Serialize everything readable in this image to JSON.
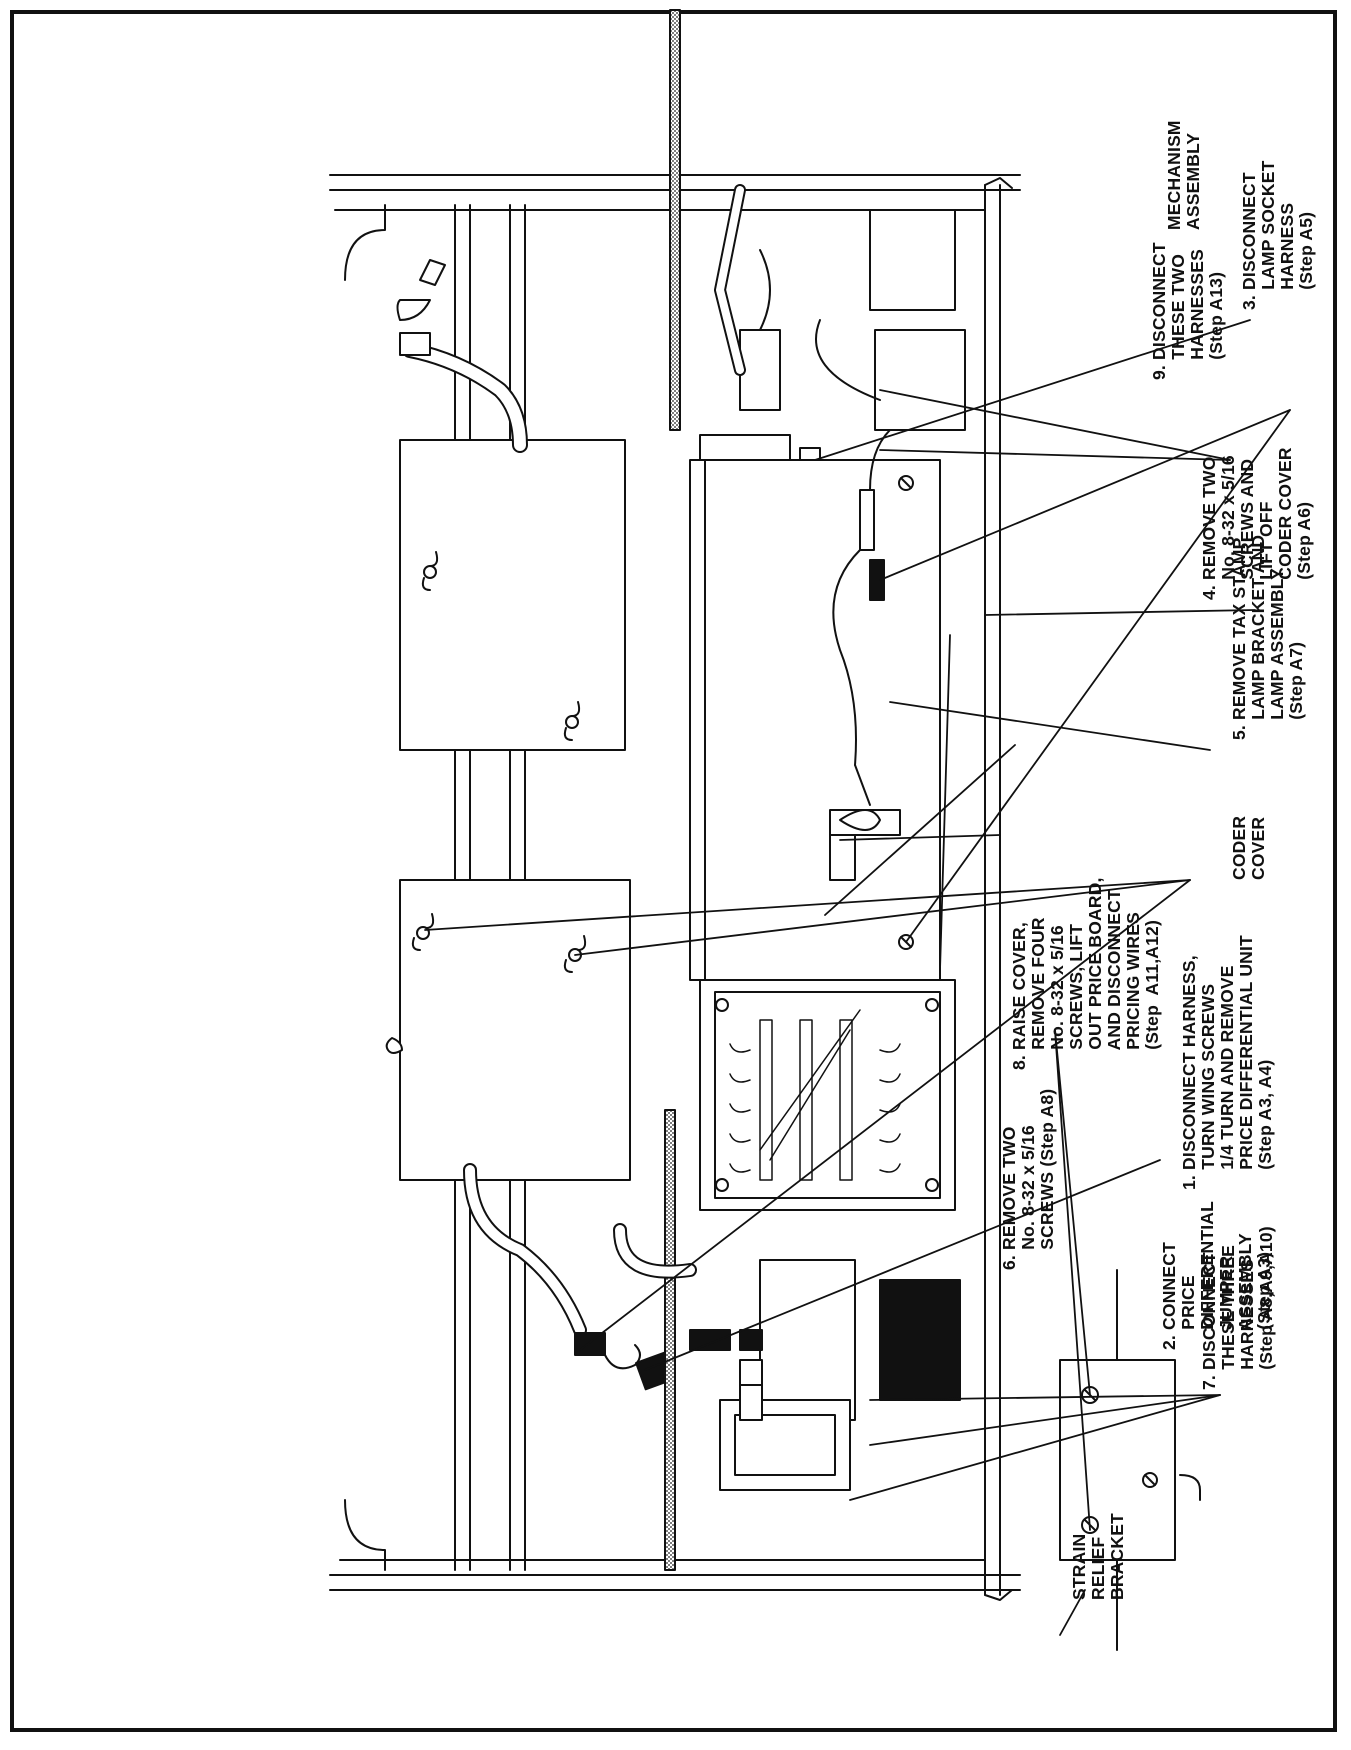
{
  "callouts": {
    "c1": "1. DISCONNECT HARNESS,\n    TURN WING SCREWS\n    1/4 TURN AND REMOVE\n    PRICE DIFFERENTIAL UNIT\n    (Step A3, A4)",
    "c2": "2. CONNECT\n    PRICE\n    DIFFERENTIAL\n    JUMPER\n    ASSEMBLY\n    (Step A3)",
    "c3": "3. DISCONNECT\n    LAMP SOCKET\n    HARNESS\n    (Step A5)",
    "c4": "4. REMOVE TWO\n    No. 8-32 x 5/16\n    SCREWS AND\n    LIFT OFF\n    CODER COVER\n    (Step A6)",
    "c5": "5. REMOVE TAX STAMP\n    LAMP BRACKET AND\n    LAMP ASSEMBLY\n    (Step A7)",
    "c6": "6. REMOVE TWO\n    No. 8-32 x 5/16\n    SCREWS (Step A8)",
    "c7": "7. DISCONNECT\n    THESE THREE\n    HARNESSES\n    (Step A8,A9,A10)",
    "c8": "8. RAISE COVER,\n    REMOVE FOUR\n    No. 8-32 x 5/16\n    SCREWS, LIFT\n    OUT PRICE BOARD,\n    AND DISCONNECT\n    PRICING WIRES\n    (Step  A11,A12)",
    "c9": "9. DISCONNECT\n    THESE TWO\n    HARNESSES\n    (Step A13)",
    "coder_cover": "CODER\nCOVER",
    "mechanism": "MECHANISM\nASSEMBLY",
    "strain_relief": "STRAIN\nRELIEF\nBRACKET"
  }
}
